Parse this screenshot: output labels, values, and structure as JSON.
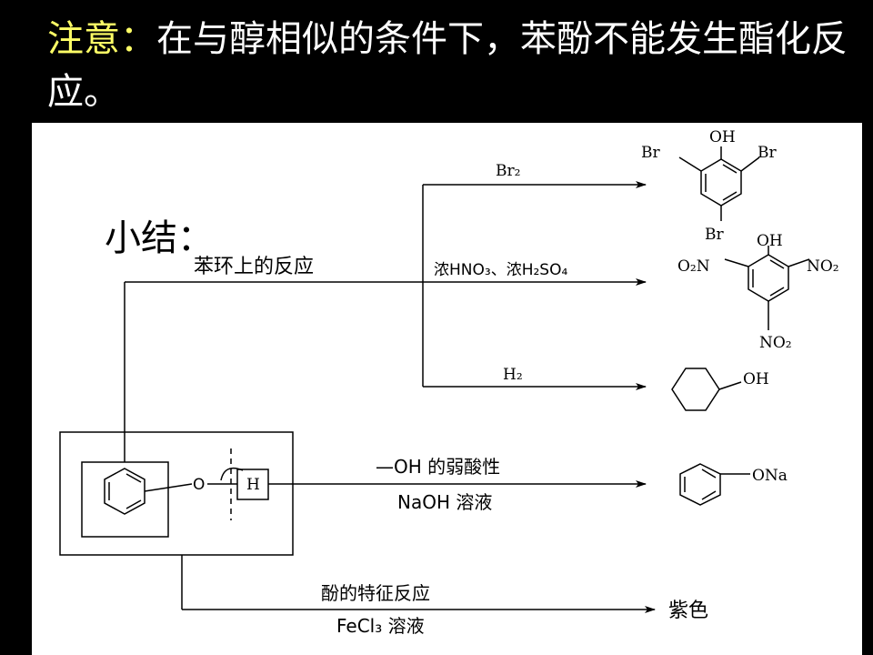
{
  "title": {
    "highlight": "注意：",
    "text": "在与醇相似的条件下，苯酚不能发生酯化反应。"
  },
  "diagram": {
    "summary_label": "小结：",
    "ring_reactions_label": "苯环上的反应",
    "reagent_br2": "Br₂",
    "reagent_nitration": "浓HNO₃、浓H₂SO₄",
    "reagent_h2": "H₂",
    "acidity_label": "—OH 的弱酸性",
    "naoh_label": "NaOH 溶液",
    "characteristic_label": "酚的特征反应",
    "fecl3_label": "FeCl₃ 溶液",
    "product_purple": "紫色",
    "oxygen": "O",
    "hydrogen": "H",
    "oh": "OH",
    "br": "Br",
    "o2n": "O₂N",
    "no2": "NO₂",
    "ona": "ONa"
  },
  "colors": {
    "background": "#000000",
    "title_highlight": "#ffff66",
    "title_text": "#ffffff",
    "panel": "#ffffff"
  }
}
